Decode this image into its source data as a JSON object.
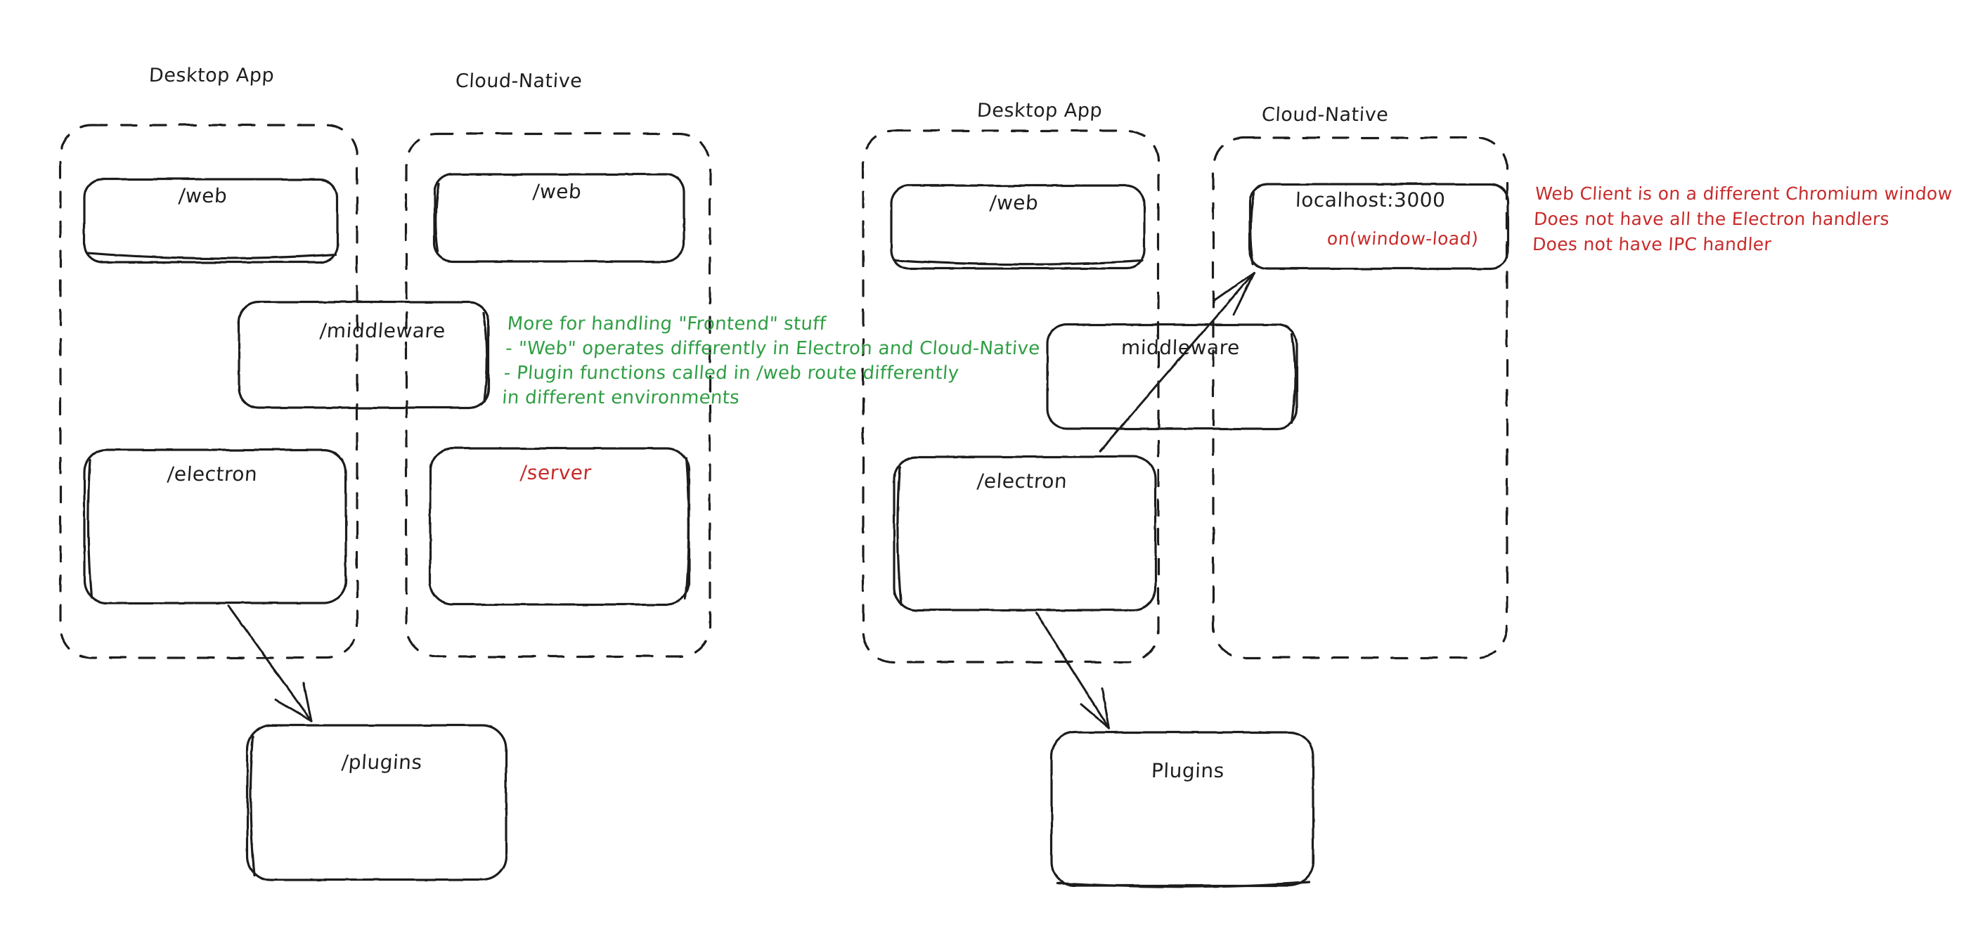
{
  "diagram": {
    "title": "Electron Desktop App vs Cloud-Native architecture sketch",
    "style": "hand-drawn",
    "colors": {
      "stroke": "#1e1e1e",
      "red": "#c92a2a",
      "green": "#2f9e44",
      "background": "#ffffff"
    }
  },
  "left_panel": {
    "groups": [
      {
        "id": "left-desktop",
        "label": "Desktop App"
      },
      {
        "id": "left-cloud",
        "label": "Cloud-Native"
      }
    ],
    "nodes": [
      {
        "id": "left-desktop-web",
        "label": "/web",
        "color": "dark"
      },
      {
        "id": "left-cloud-web",
        "label": "/web",
        "color": "dark"
      },
      {
        "id": "left-middleware",
        "label": "/middleware",
        "color": "dark"
      },
      {
        "id": "left-electron",
        "label": "/electron",
        "color": "dark"
      },
      {
        "id": "left-server",
        "label": "/server",
        "color": "red"
      },
      {
        "id": "left-plugins",
        "label": "/plugins",
        "color": "dark"
      }
    ],
    "annotation_green": "More for handling \"Frontend\" stuff\n- \"Web\" operates differently in Electron and Cloud-Native\n- Plugin functions called in /web route differently\nin different environments"
  },
  "right_panel": {
    "groups": [
      {
        "id": "right-desktop",
        "label": "Desktop App"
      },
      {
        "id": "right-cloud",
        "label": "Cloud-Native"
      }
    ],
    "nodes": [
      {
        "id": "right-desktop-web",
        "label": "/web",
        "color": "dark"
      },
      {
        "id": "right-localhost",
        "label": "localhost:3000",
        "sub_label": "on(window-load)",
        "color": "dark",
        "sub_color": "red"
      },
      {
        "id": "right-middleware",
        "label": "middleware",
        "color": "dark"
      },
      {
        "id": "right-electron",
        "label": "/electron",
        "color": "dark"
      },
      {
        "id": "right-plugins",
        "label": "Plugins",
        "color": "dark"
      }
    ],
    "annotation_red": "Web Client is on a different Chromium window\nDoes not have all the Electron handlers\nDoes not have IPC handler"
  },
  "connectors": [
    {
      "id": "left-electron-to-plugins",
      "from": "/electron",
      "to": "/plugins",
      "arrow": "end"
    },
    {
      "id": "right-electron-to-plugins",
      "from": "/electron",
      "to": "Plugins",
      "arrow": "end"
    },
    {
      "id": "right-electron-to-localhost",
      "from": "/electron",
      "to": "localhost:3000",
      "arrow": "end"
    }
  ]
}
